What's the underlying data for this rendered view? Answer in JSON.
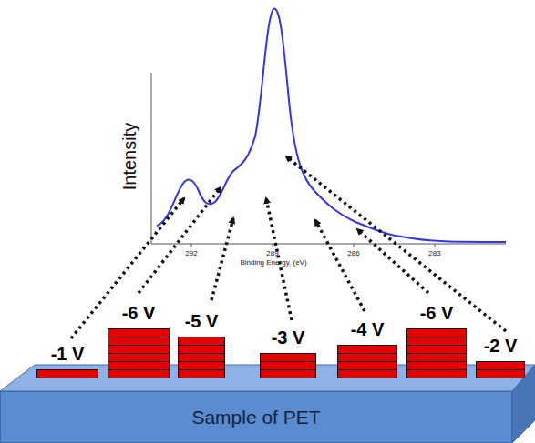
{
  "diagram": {
    "nodes": [
      {
        "text": [
          "-1 V"
        ]
      },
      {
        "text": [
          "-6 V"
        ]
      },
      {
        "text": [
          "-5 V"
        ]
      },
      {
        "text": [
          "-3 V"
        ]
      },
      {
        "text": [
          "-4 V"
        ]
      },
      {
        "text": [
          "-6 V"
        ]
      },
      {
        "text": [
          "-2 V"
        ]
      },
      {
        "text": [
          "Sample of PET"
        ]
      }
    ],
    "labels": [
      "Intensity",
      "292",
      "289",
      "286",
      "283",
      "Binding Energy, (eV)"
    ]
  }
}
